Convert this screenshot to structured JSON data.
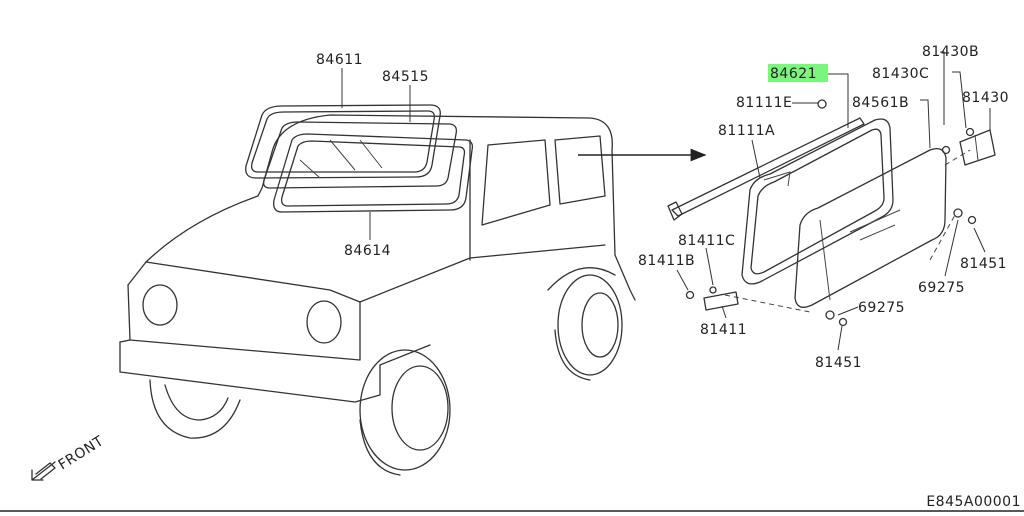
{
  "diagram": {
    "figure_code": "E845A00001",
    "front_label": "FRONT",
    "highlight_color": "#7CF57C",
    "parts": {
      "p84611": "84611",
      "p84515": "84515",
      "p84614": "84614",
      "p84621": "84621",
      "p81111E": "81111E",
      "p81111A": "81111A",
      "p84561B": "84561B",
      "p81430B": "81430B",
      "p81430C": "81430C",
      "p81430": "81430",
      "p81411C": "81411C",
      "p81411B": "81411B",
      "p81411": "81411",
      "p81451_top": "81451",
      "p69275_right": "69275",
      "p69275_bottom": "69275",
      "p81451_bottom": "81451"
    }
  }
}
